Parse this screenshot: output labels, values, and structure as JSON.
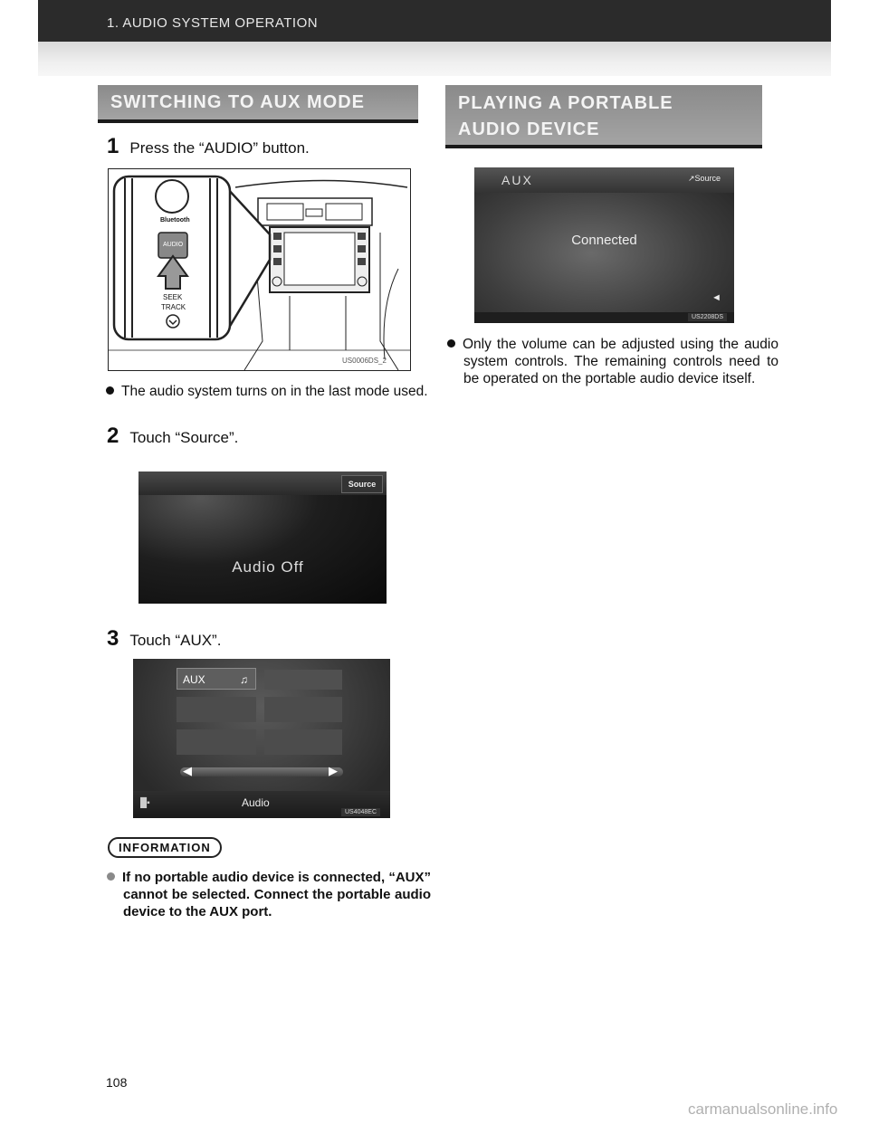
{
  "header": {
    "title": "1. AUDIO SYSTEM OPERATION"
  },
  "left": {
    "section_title": "SWITCHING TO AUX MODE",
    "step1": {
      "num": "1",
      "text": "Press the “AUDIO” button."
    },
    "fig1": {
      "bluetooth": "Bluetooth",
      "audio_btn": "AUDIO",
      "seek": "SEEK",
      "track": "TRACK",
      "code": "US0006DS_2"
    },
    "bullet1": "The audio system turns on in the last mode used.",
    "step2": {
      "num": "2",
      "text": "Touch “Source”."
    },
    "fig2": {
      "source_btn": "Source",
      "status": "Audio Off"
    },
    "step3": {
      "num": "3",
      "text": "Touch “AUX”."
    },
    "fig3": {
      "aux_tab": "AUX",
      "bottom_label": "Audio",
      "code": "US4048EC"
    },
    "info_label": "INFORMATION",
    "info_text": "If no portable audio device is connected, “AUX” cannot be selected. Connect the portable audio device to the AUX port."
  },
  "right": {
    "section_title_line1": "PLAYING A PORTABLE",
    "section_title_line2": "AUDIO DEVICE",
    "fig": {
      "title": "AUX",
      "source_btn": "Source",
      "status": "Connected",
      "code": "US2208DS"
    },
    "bullet": "Only the volume can be adjusted using the audio system controls. The remaining controls need to be operated on the portable audio device itself."
  },
  "footer": {
    "page_number": "108",
    "watermark": "carmanualsonline.info"
  }
}
